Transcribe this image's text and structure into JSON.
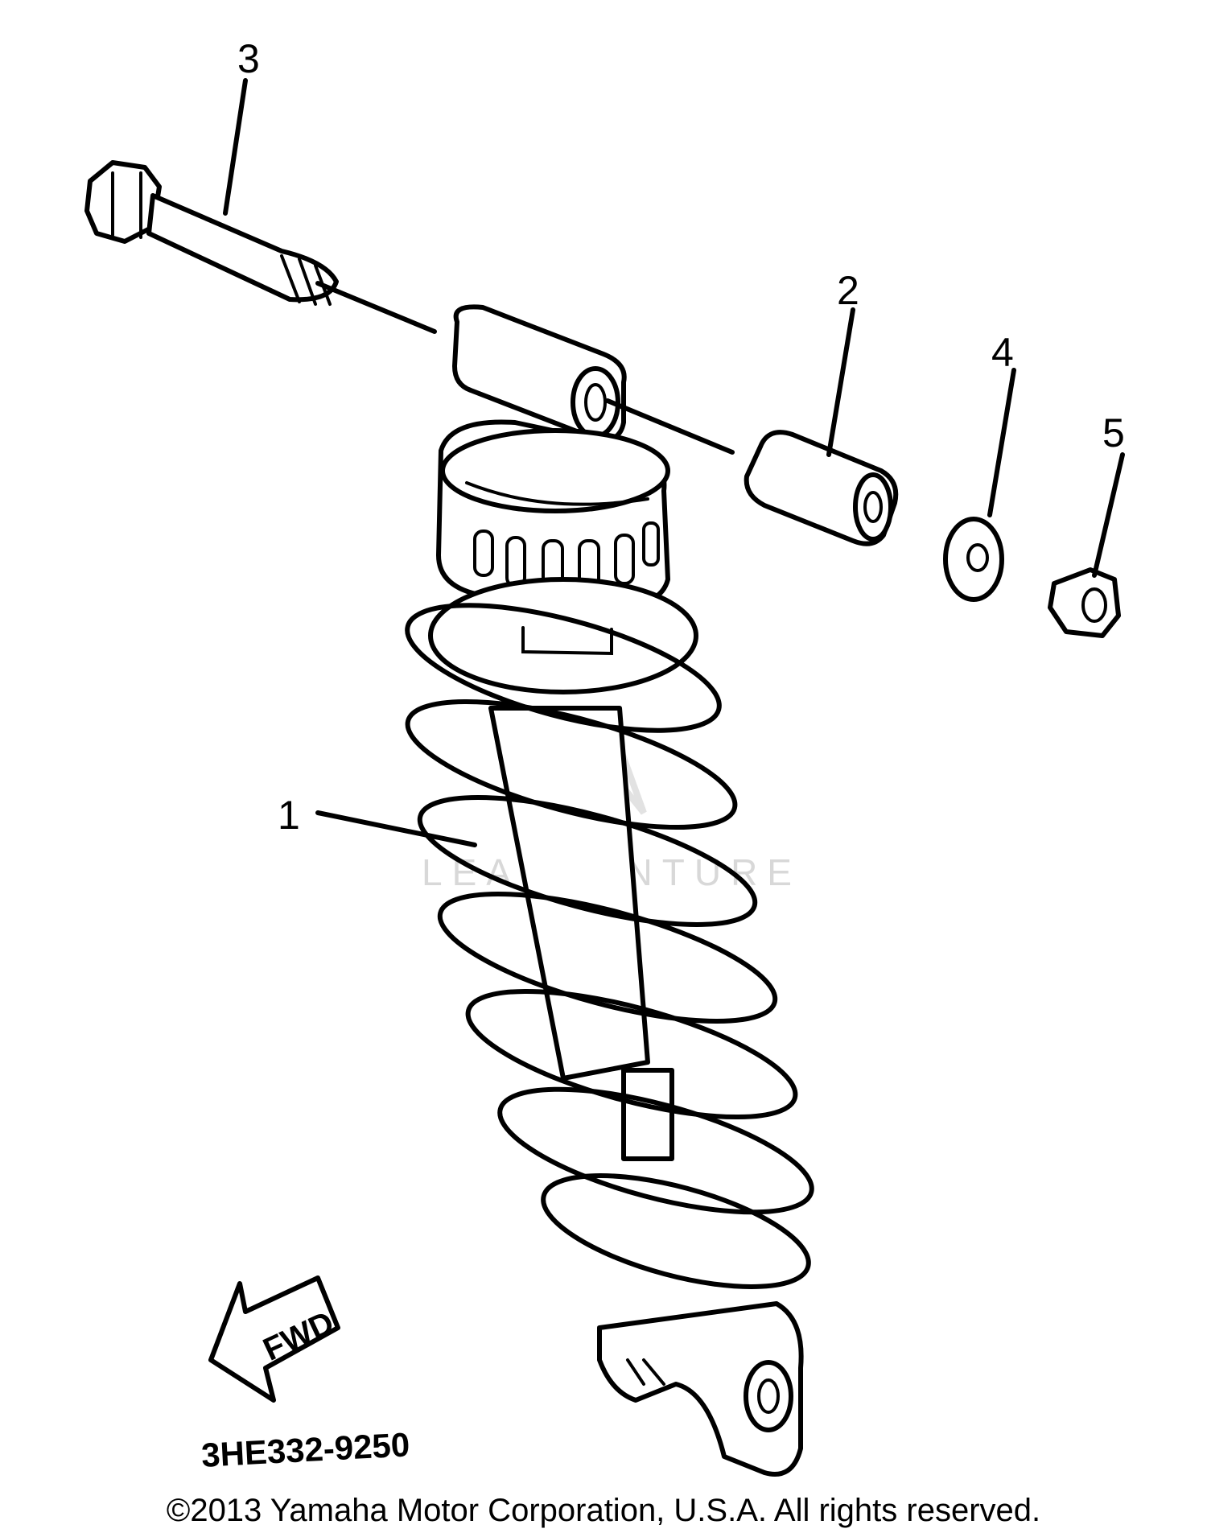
{
  "diagram": {
    "callouts": [
      "1",
      "2",
      "3",
      "4",
      "5"
    ],
    "direction_label": "FWD",
    "part_number": "3HE332-9250",
    "watermark": "LEADVENTURE",
    "copyright": "©2013 Yamaha Motor Corporation, U.S.A. All rights reserved."
  }
}
